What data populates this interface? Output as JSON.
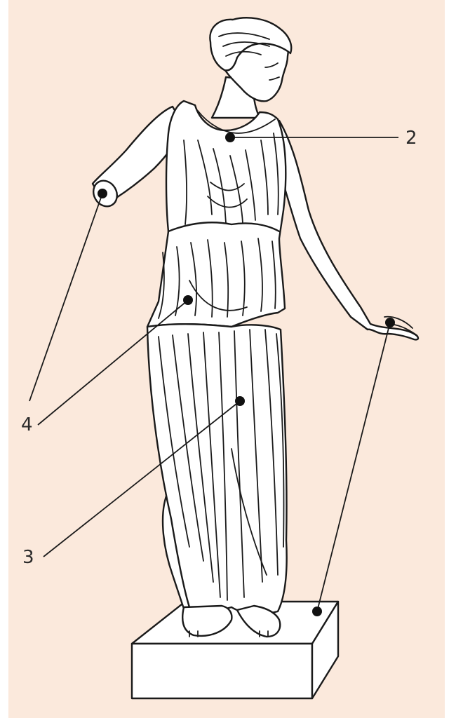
{
  "colors": {
    "background": "#fbe9dc",
    "outline": "#1a1a1a",
    "label": "#2a2a2a"
  },
  "callouts": [
    {
      "id": "2",
      "label": "2"
    },
    {
      "id": "3",
      "label": "3"
    },
    {
      "id": "4",
      "label": "4"
    }
  ]
}
